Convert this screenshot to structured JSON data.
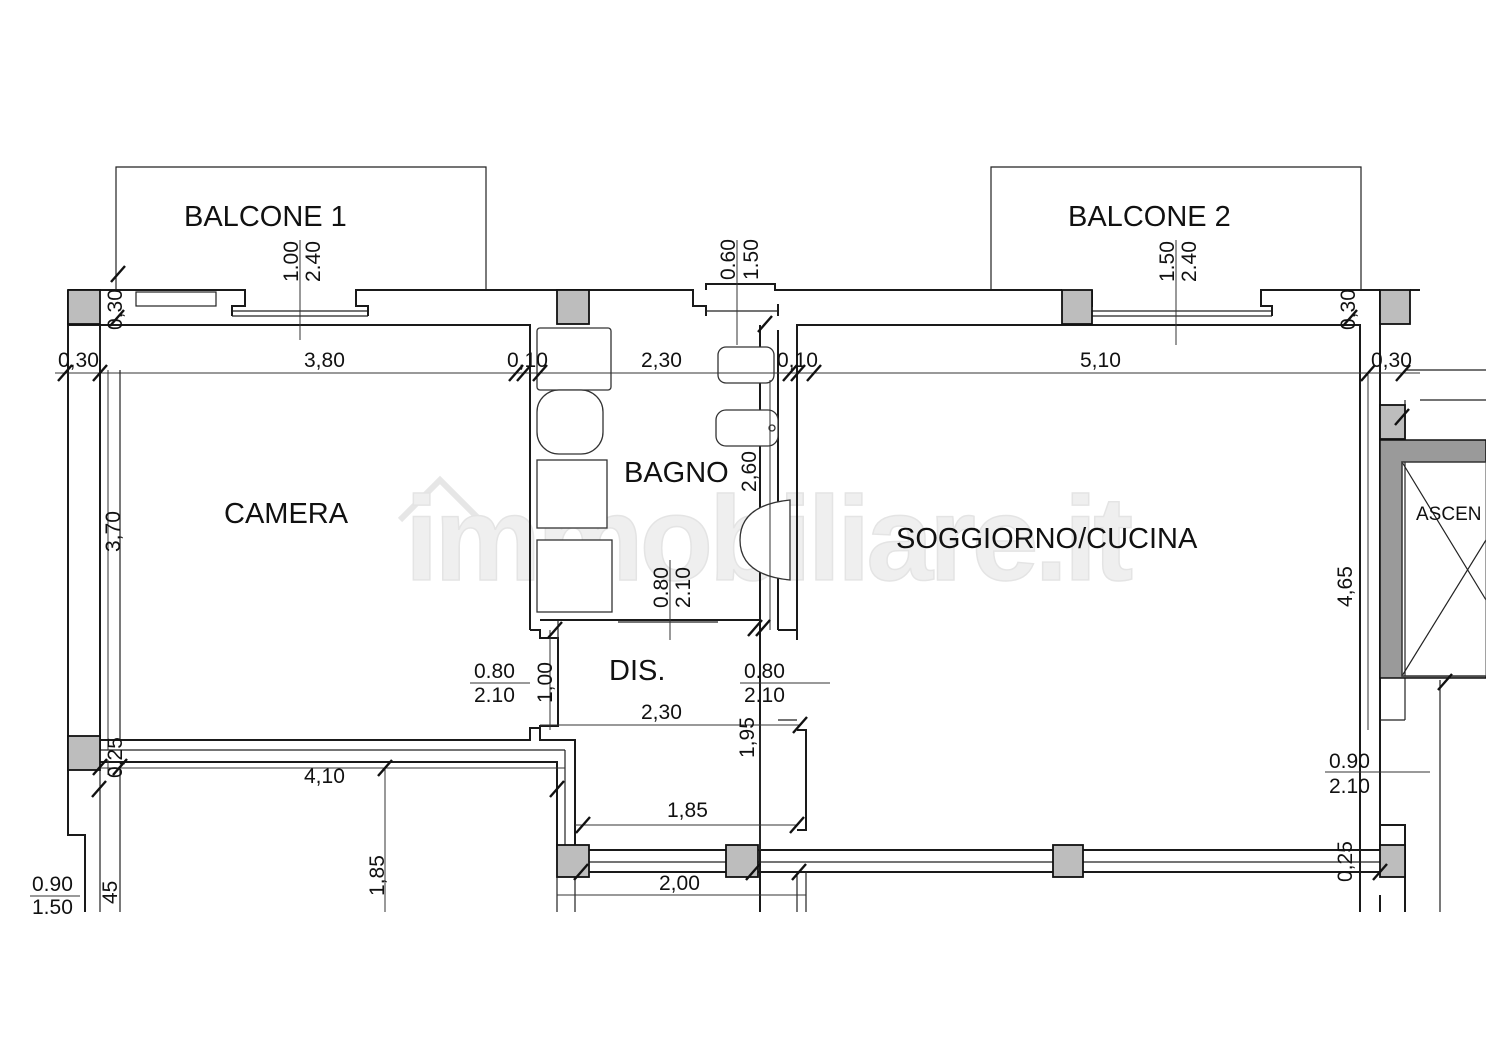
{
  "rooms": {
    "balcone1": "BALCONE 1",
    "balcone2": "BALCONE 2",
    "camera": "CAMERA",
    "bagno": "BAGNO",
    "soggiorno": "SOGGIORNO/CUCINA",
    "dis": "DIS.",
    "ascensore": "ASCEN"
  },
  "openings": {
    "win1_width": "1.00",
    "win1_height": "2.40",
    "win_bagno_width": "0.60",
    "win_bagno_height": "1.50",
    "win2_width": "1.50",
    "win2_height": "2.40",
    "door_bagno_width": "0.80",
    "door_bagno_height": "2.10",
    "door_camera_width": "0.80",
    "door_camera_height": "2.10",
    "door_soggiorno_width": "0.80",
    "door_soggiorno_height": "2.10",
    "door_entry_width": "0.90",
    "door_entry_height": "2.10",
    "bottom_left_width": "0.90",
    "bottom_left_height": "1.50"
  },
  "dimensions": {
    "top_left_wall": "0,30",
    "camera_width": "3,80",
    "wall_camera_bagno": "0,10",
    "bagno_width": "2,30",
    "wall_bagno_soggiorno": "0,10",
    "soggiorno_width": "5,10",
    "top_right_wall": "0,30",
    "left_col_top": "0,30",
    "right_col_top": "0,30",
    "camera_depth": "3,70",
    "bagno_depth": "2,60",
    "soggiorno_depth": "4,65",
    "dis_depth": "1,00",
    "dis_width": "2,30",
    "corridor_depth": "1,95",
    "left_wall_mid": "0,25",
    "lower_room_width": "4,10",
    "corridor_width": "1,85",
    "lower_room_depth": "1,85",
    "right_wall_mid": "0,25",
    "bottom_mid_width": "2,00",
    "bottom_left_partial": "45"
  },
  "watermark": "immobiliare.it"
}
